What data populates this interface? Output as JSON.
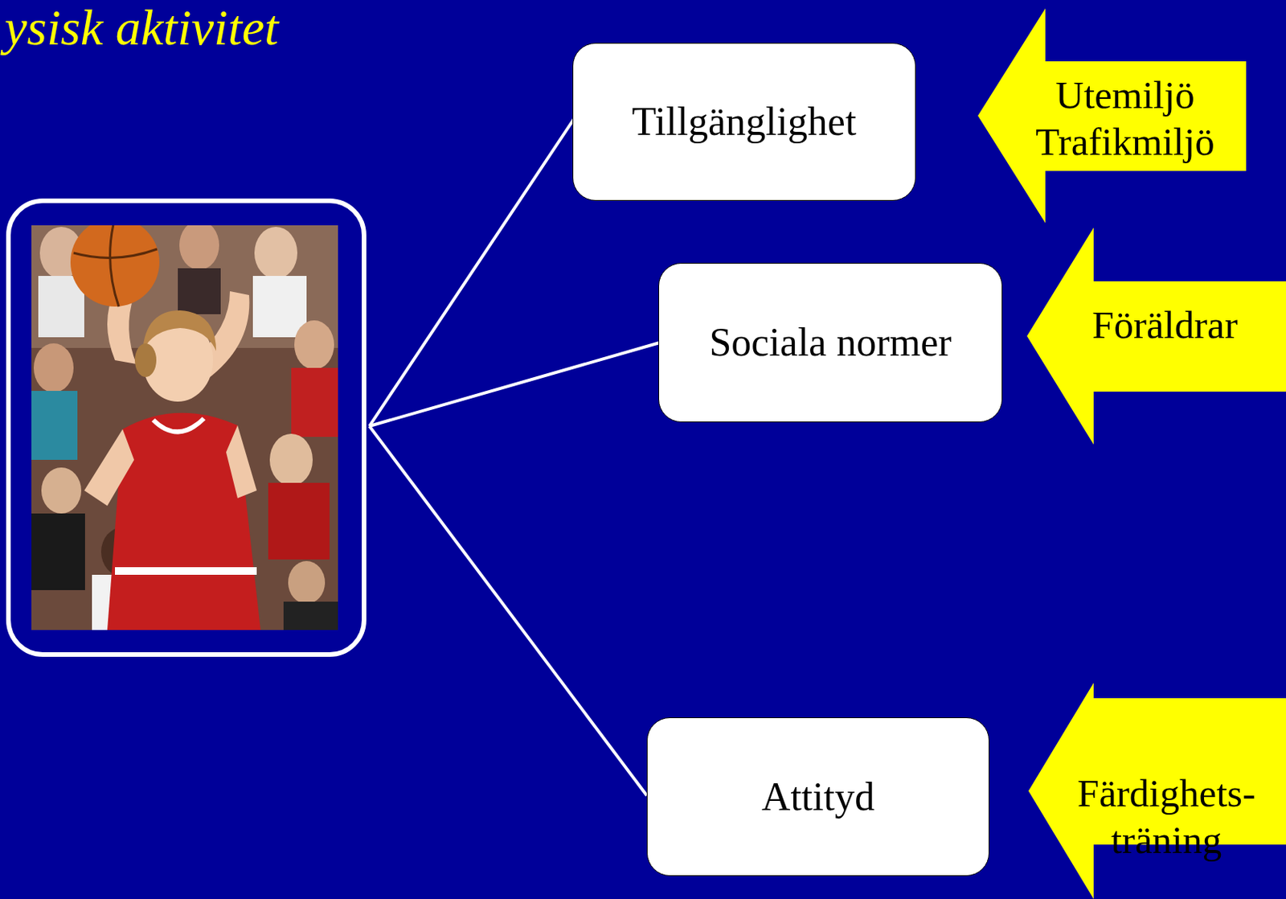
{
  "diagram": {
    "title": "ysisk aktivitet",
    "nodes": [
      {
        "text": [
          "Tillgänglighet"
        ]
      },
      {
        "text": [
          "Utemiljö",
          "Trafikmiljö"
        ]
      },
      {
        "text": [
          "Sociala normer"
        ]
      },
      {
        "text": [
          "Föräldrar"
        ]
      },
      {
        "text": [
          "Attityd"
        ]
      },
      {
        "text": [
          "Färdighets- träning"
        ]
      }
    ]
  }
}
